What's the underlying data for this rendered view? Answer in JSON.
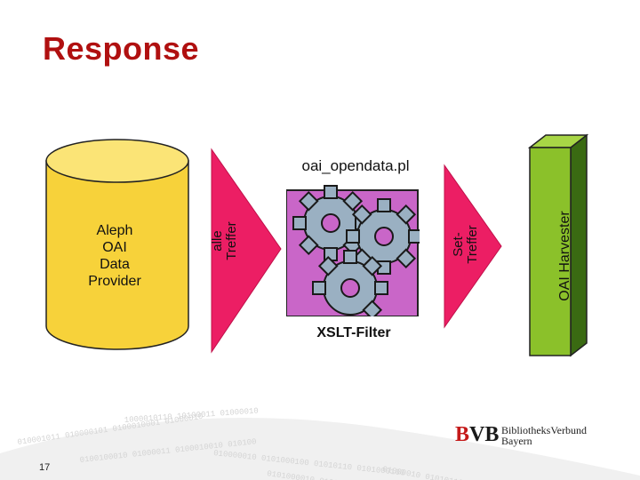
{
  "slide": {
    "title": "Response",
    "page_number": "17"
  },
  "diagram": {
    "data_provider": {
      "line1": "Aleph",
      "line2": "OAI",
      "line3": "Data",
      "line4": "Provider"
    },
    "arrow_in_label": {
      "line1": "alle",
      "line2": "Treffer"
    },
    "script_name": "oai_opendata.pl",
    "filter_label": "XSLT-Filter",
    "arrow_out_label": {
      "line1": "Set-",
      "line2": "Treffer"
    },
    "harvester_label": "OAI Harvester"
  },
  "logo": {
    "mark_b": "B",
    "mark_vb": "VB",
    "name_line1": "BibliotheksVerbund",
    "name_line2": "Bayern"
  },
  "colors": {
    "title": "#b01010",
    "cylinder": "#f7d23a",
    "arrow": "#ec1e64",
    "gear_bg": "#c966c8",
    "gear": "#9ab0c2",
    "harvester": "#8bc12a"
  },
  "icons": [
    "gears-icon",
    "database-cylinder-icon"
  ]
}
